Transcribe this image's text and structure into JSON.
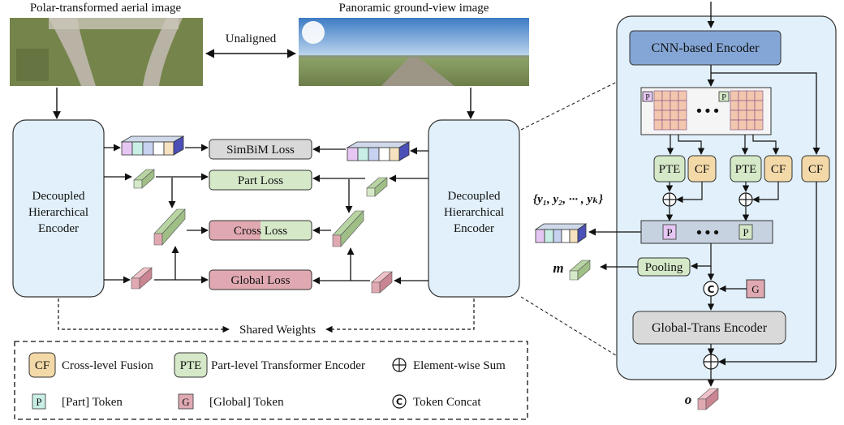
{
  "images": {
    "aerial_caption": "Polar-transformed aerial image",
    "ground_caption": "Panoramic ground-view image",
    "unaligned": "Unaligned"
  },
  "encoder": {
    "left_lines": [
      "Decoupled",
      "Hierarchical",
      "Encoder"
    ],
    "right_lines": [
      "Decoupled",
      "Hierarchical",
      "Encoder"
    ]
  },
  "losses": {
    "simbim": "SimBiM Loss",
    "part": "Part Loss",
    "cross": "Cross Loss",
    "global": "Global Loss"
  },
  "shared_weights": "Shared Weights",
  "detail": {
    "cnn": "CNN-based Encoder",
    "pte": "PTE",
    "cf": "CF",
    "p": "P",
    "g": "G",
    "c": "C",
    "dots": "•••",
    "pooling": "Pooling",
    "global_trans": "Global-Trans Encoder",
    "y_set": "{y₁, y₂, ··· , yₖ}",
    "m": "m",
    "o": "o"
  },
  "legend": {
    "cf_tag": "CF",
    "cf_text": "Cross-level Fusion",
    "pte_tag": "PTE",
    "pte_text": "Part-level Transformer Encoder",
    "sum_text": "Element-wise Sum",
    "p_tag": "P",
    "p_text": "[Part] Token",
    "g_tag": "G",
    "g_text": "[Global] Token",
    "c_tag": "C",
    "concat_text": "Token Concat"
  },
  "colors": {
    "encoder_fill": "#e1f0fa",
    "cnn_fill": "#84a6d6",
    "green": "#d5e8c8",
    "orange": "#f3d9a8",
    "pink": "#e0a9b2",
    "gray": "#d9d9d9",
    "violet_token": "#e6c7f3",
    "teal_token": "#c9eee6"
  }
}
